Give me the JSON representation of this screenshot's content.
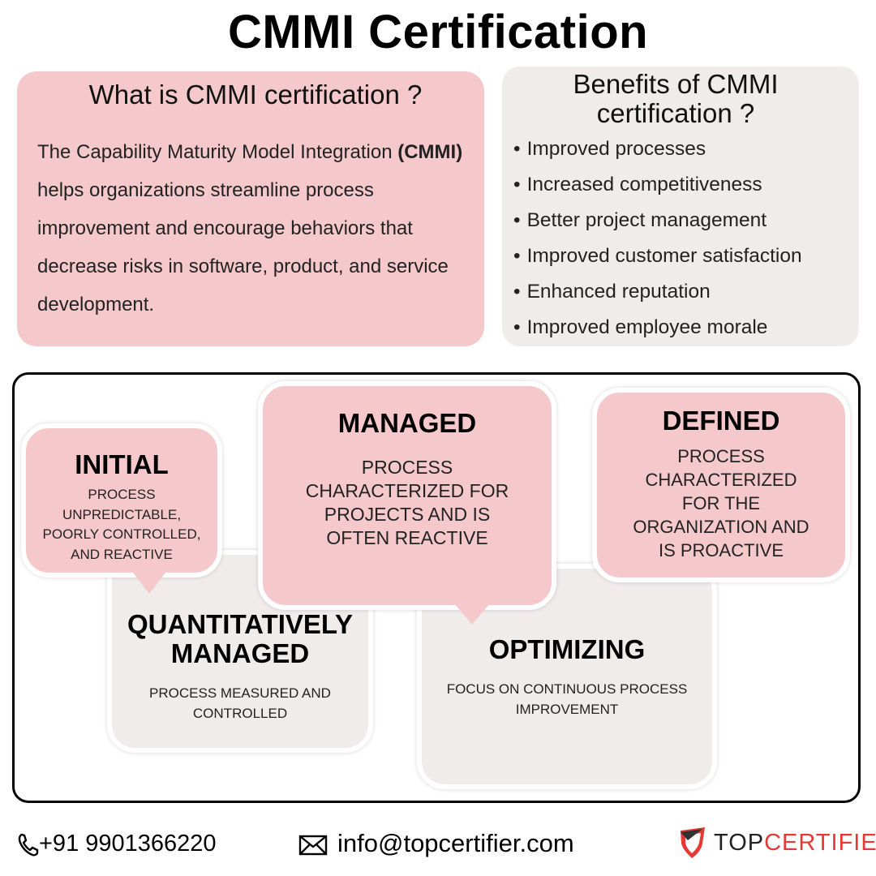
{
  "title": "CMMI Certification",
  "what": {
    "heading": "What is CMMI certification ?",
    "text_before": "The Capability Maturity Model Integration ",
    "text_bold": "(CMMI)",
    "text_after": " helps organizations streamline process improvement and encourage behaviors that decrease risks in software, product, and service development."
  },
  "benefits": {
    "heading_line1": "Benefits of CMMI",
    "heading_line2": "certification ?",
    "items": [
      "Improved processes",
      "Increased competitiveness",
      "Better project management",
      "Improved customer satisfaction",
      "Enhanced reputation",
      "Improved employee morale"
    ]
  },
  "levels": {
    "initial": {
      "title": "INITIAL",
      "desc": "PROCESS UNPREDICTABLE, POORLY CONTROLLED, AND REACTIVE"
    },
    "managed": {
      "title": "MANAGED",
      "desc": "PROCESS CHARACTERIZED FOR PROJECTS AND IS OFTEN REACTIVE"
    },
    "defined": {
      "title": "DEFINED",
      "desc": "PROCESS CHARACTERIZED FOR THE ORGANIZATION AND IS PROACTIVE"
    },
    "quant": {
      "title": "QUANTITATIVELY MANAGED",
      "desc": "PROCESS MEASURED AND CONTROLLED"
    },
    "optimizing": {
      "title": "OPTIMIZING",
      "desc": "FOCUS ON CONTINUOUS PROCESS IMPROVEMENT"
    }
  },
  "footer": {
    "phone": "+91 9901366220",
    "email": "info@topcertifier.com",
    "logo_part1": "TOP",
    "logo_part2": "CERTIFIER"
  },
  "colors": {
    "pink": "#f5c9cc",
    "grey": "#f1ecec",
    "brand_red": "#e53935"
  },
  "icons": [
    "phone-icon",
    "mail-icon",
    "shield-logo-icon"
  ]
}
